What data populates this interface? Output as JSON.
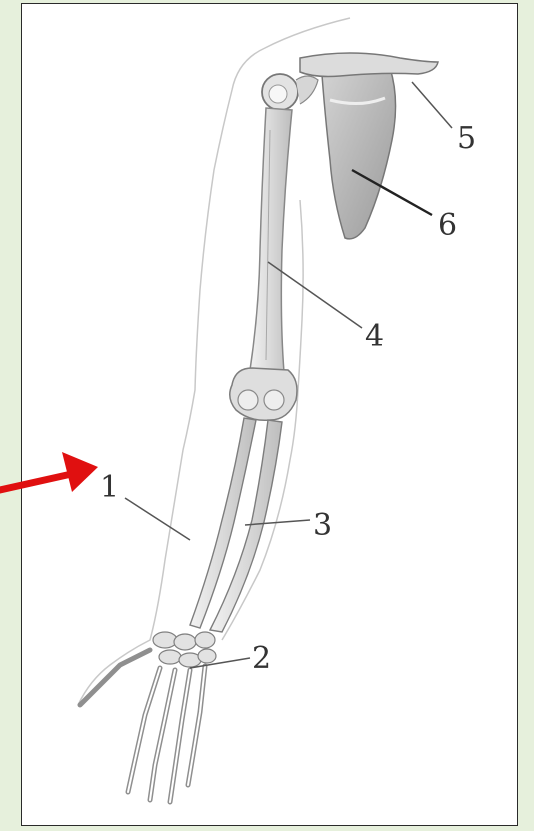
{
  "labels": {
    "l1": "1",
    "l2": "2",
    "l3": "3",
    "l4": "4",
    "l5": "5",
    "l6": "6"
  },
  "colors": {
    "page_background": "#e6f0dc",
    "frame_background": "#ffffff",
    "arrow": "#e01010",
    "bone_outline": "#8a8a8a",
    "leader_line": "#555555"
  },
  "icons": {
    "pointer": "red-arrow-icon"
  }
}
